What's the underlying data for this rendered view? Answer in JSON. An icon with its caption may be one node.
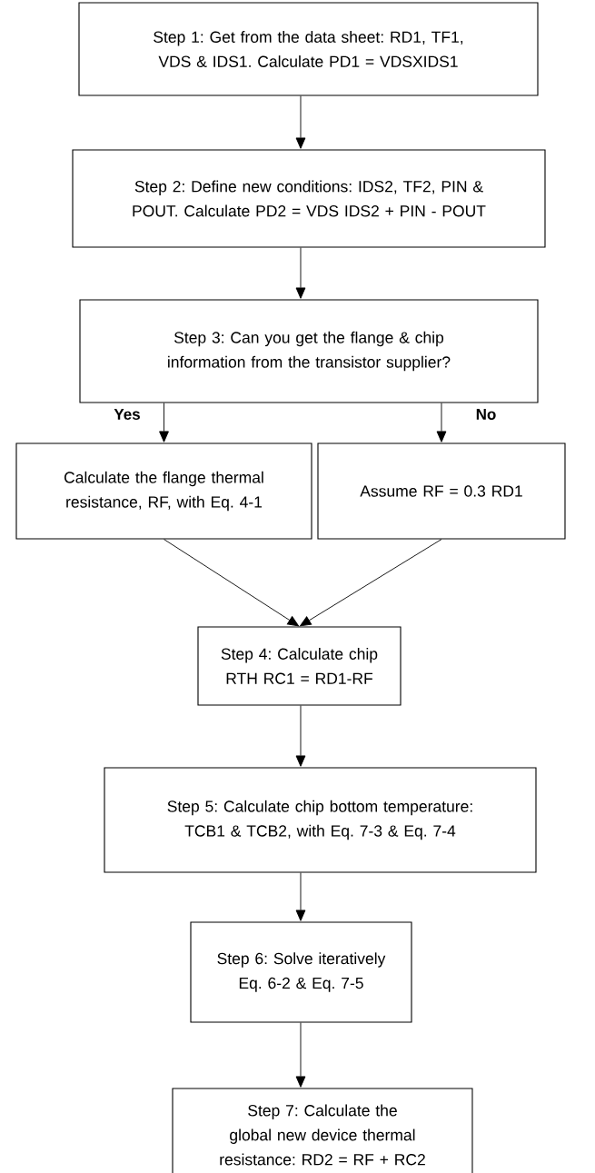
{
  "diagram": {
    "nodes": [
      {
        "text": [
          "Step 1: Get from the data sheet: RD1, TF1, VDS & IDS1.  Calculate PD1 = VDSXIDS1"
        ]
      },
      {
        "text": [
          "Step 2: Define new conditions: IDS2, TF2, PIN & POUT.  Calculate PD2 = VDS IDS2 + PIN - POUT"
        ]
      },
      {
        "text": [
          "Step 3: Can you get the flange & chip information from the transistor supplier?"
        ]
      },
      {
        "text": [
          "Calculate the flange thermal resistance, RF, with Eq. 4-1"
        ]
      },
      {
        "text": [
          "Assume RF = 0.3 RD1"
        ]
      },
      {
        "text": [
          "Step 4: Calculate chip RTH RC1 = RD1-RF"
        ]
      },
      {
        "text": [
          "Step 5: Calculate chip bottom temperature: TCB1 & TCB2, with Eq. 7-3 & Eq. 7-4"
        ]
      },
      {
        "text": [
          "Step 6: Solve iteratively Eq. 6-2 & Eq. 7-5"
        ]
      },
      {
        "text": [
          "Step 7: Calculate the global new device thermal resistance: RD2 = RF + RC2"
        ]
      }
    ],
    "edges": [
      {
        "from": 0,
        "to": 1,
        "arrow": "to"
      },
      {
        "from": 1,
        "to": 2,
        "arrow": "to"
      },
      {
        "from": 2,
        "to": 3,
        "arrow": "to",
        "label": "Yes"
      },
      {
        "from": 2,
        "to": 4,
        "arrow": "to",
        "label": "No"
      },
      {
        "from": 3,
        "to": 5,
        "arrow": "to"
      },
      {
        "from": 4,
        "to": 5,
        "arrow": "to"
      },
      {
        "from": 5,
        "to": 6,
        "arrow": "to"
      },
      {
        "from": 6,
        "to": 7,
        "arrow": "to"
      },
      {
        "from": 7,
        "to": 8,
        "arrow": "to"
      }
    ]
  }
}
